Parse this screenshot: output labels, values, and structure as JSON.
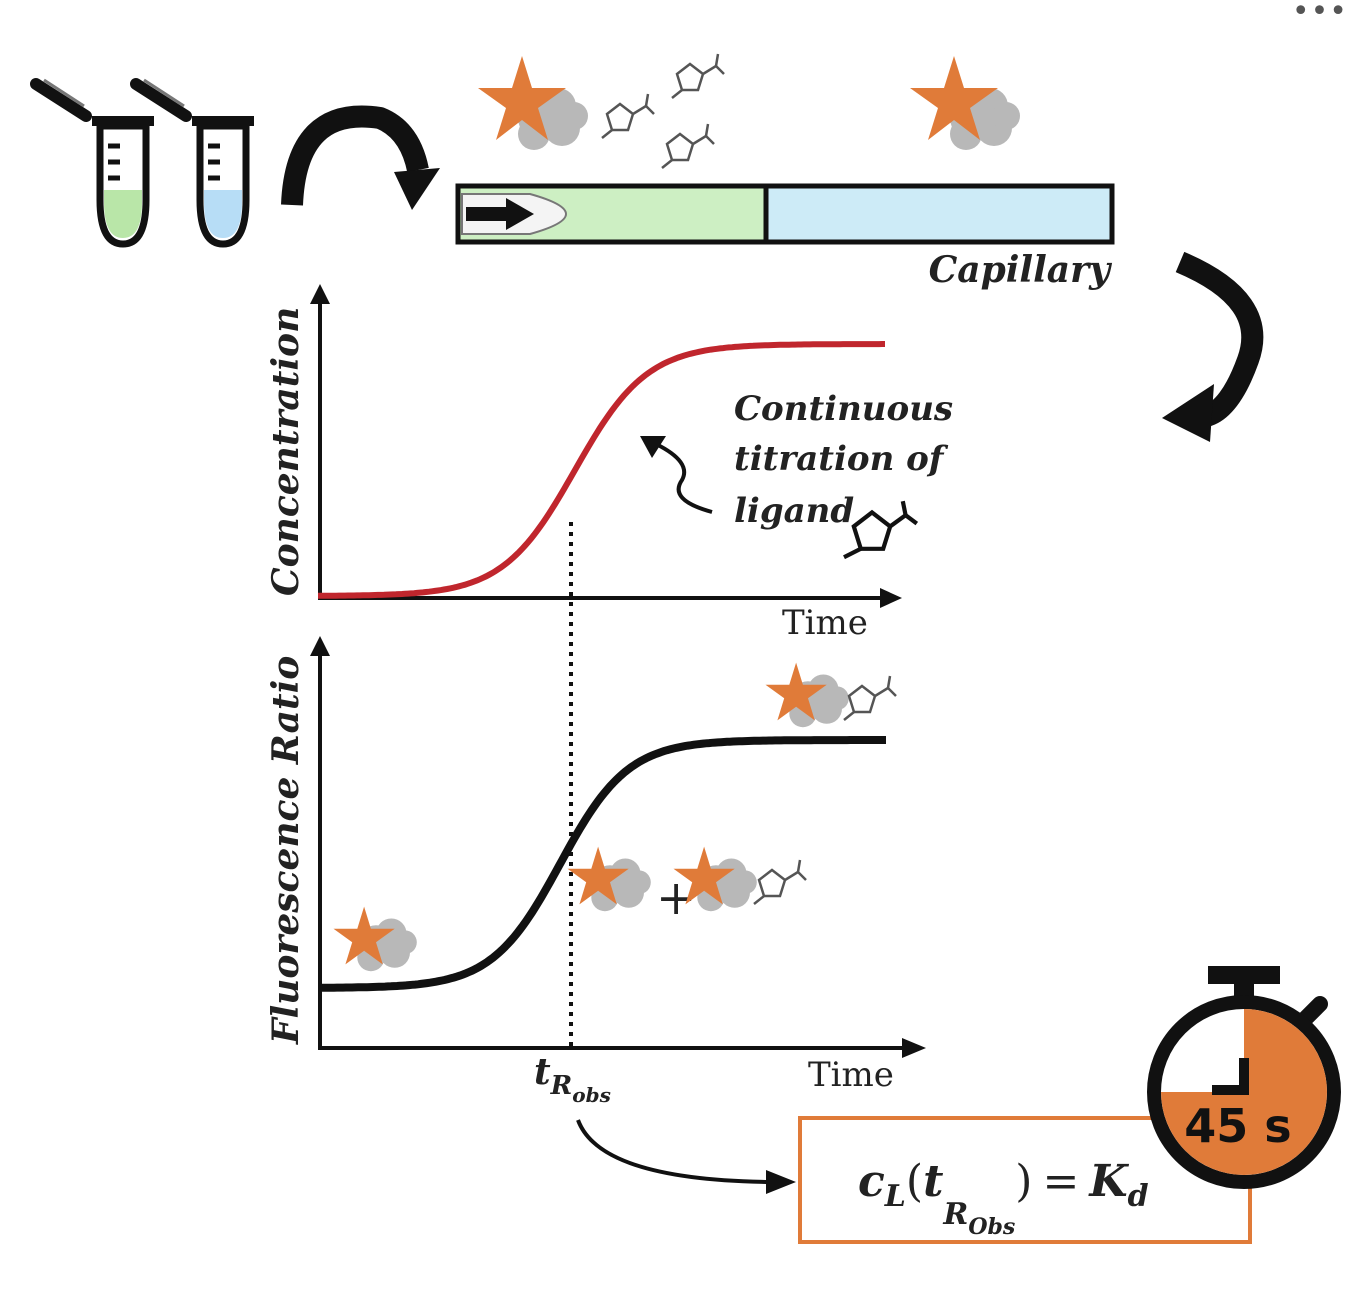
{
  "menu": {
    "more_label": "•••"
  },
  "capillary": {
    "label": "Capillary"
  },
  "top_chart": {
    "ylabel": "Concentration",
    "xlabel": "Time",
    "annotation_lines": [
      "Continuous",
      "titration of",
      "ligand"
    ]
  },
  "bottom_chart": {
    "ylabel": "Fluorescence Ratio",
    "xlabel": "Time",
    "tick_main": "t",
    "tick_sub": "R",
    "tick_subsub": "obs",
    "plus_sign": "+"
  },
  "equation": {
    "c": "c",
    "c_sub": "L",
    "open": "(",
    "t": "t",
    "t_sub": "R",
    "t_subsub": "Obs",
    "close": ")",
    "eq": "=",
    "k": "K",
    "k_sub": "d"
  },
  "timer": {
    "value": "45 s"
  },
  "colors": {
    "orange": "#E07B39",
    "red_curve": "#C0262D",
    "green_fill": "#CDEFC3",
    "blue_fill": "#CDEBF7",
    "gray_protein": "#B8B8B8"
  }
}
